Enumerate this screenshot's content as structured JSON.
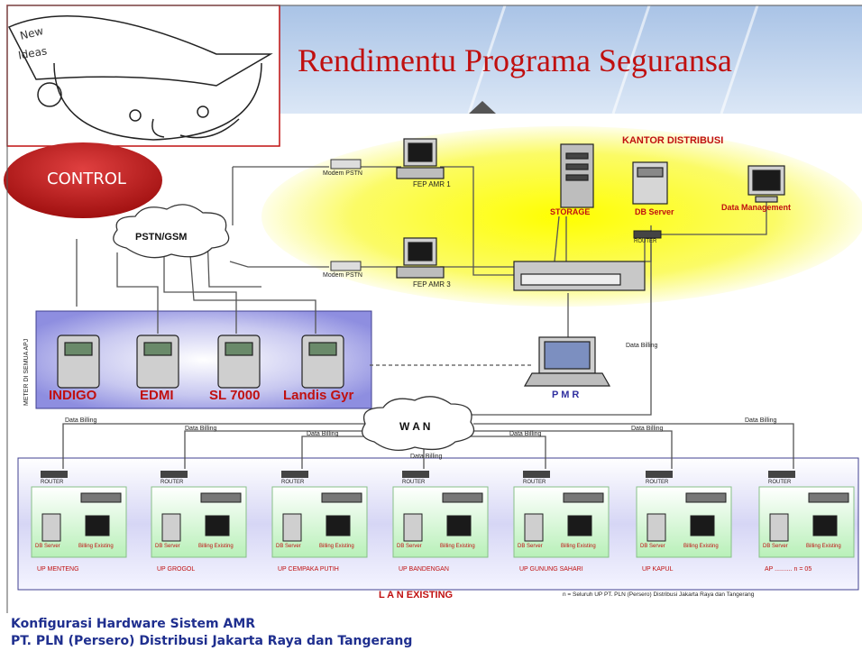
{
  "header": {
    "title": "Rendimentu Programa Seguransa",
    "logo_text_1": "New",
    "logo_text_2": "Ideas"
  },
  "control_label": "CONTROL",
  "network": {
    "pstn_cloud": "PSTN/GSM",
    "wan_cloud": "W A N",
    "modem_1": "Modem PSTN",
    "modem_2": "Modem PSTN",
    "fep_1": "FEP AMR 1",
    "fep_3": "FEP AMR 3",
    "office_title": "KANTOR DISTRIBUSI",
    "storage": "STORAGE",
    "db_server": "DB Server",
    "data_management": "Data Management",
    "router": "ROUTER",
    "pmr": "P M R",
    "data_billing": "Data Billing"
  },
  "meters": {
    "side_label": "METER DI SEMUA APJ",
    "items": [
      "INDIGO",
      "EDMI",
      "SL 7000",
      "Landis Gyr"
    ]
  },
  "lan": {
    "title": "L A N EXISTING",
    "note": "n = Seluruh UP PT. PLN (Persero) Distribusi Jakarta Raya dan Tangerang",
    "router_label": "ROUTER",
    "server_label": "DB Server",
    "billing_label": "Billing Existing",
    "units": [
      "UP MENTENG",
      "UP GROGOL",
      "UP CEMPAKA PUTIH",
      "UP BANDENGAN",
      "UP GUNUNG SAHARI",
      "UP KAPUL",
      "AP .......... n = 05"
    ]
  },
  "billing_labels": [
    "Data Billing",
    "Data Billing",
    "Data Billing",
    "Data Billing",
    "Data Billing",
    "Data Billing",
    "Data Billing"
  ],
  "footer": {
    "line1": "Konfigurasi Hardware  Sistem AMR",
    "line2": "PT. PLN (Persero) Distribusi Jakarta Raya dan Tangerang"
  }
}
